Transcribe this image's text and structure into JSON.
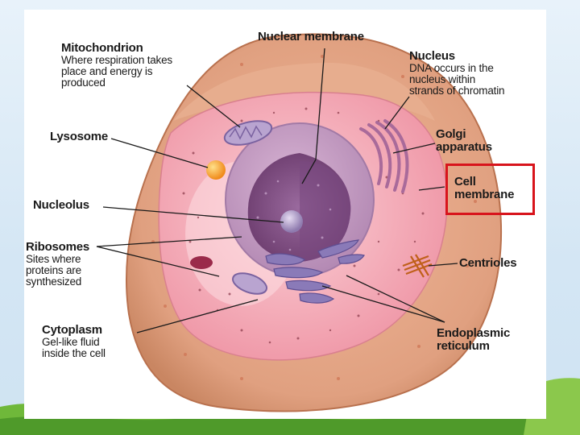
{
  "slide": {
    "labels": {
      "mitochondrion": {
        "title": "Mitochondrion",
        "desc1": "Where respiration takes",
        "desc2": "place and energy is",
        "desc3": "produced"
      },
      "nuclear_membrane": {
        "title": "Nuclear membrane"
      },
      "nucleus": {
        "title": "Nucleus",
        "desc1": "DNA occurs in the",
        "desc2": "nucleus within",
        "desc3": "strands of chromatin"
      },
      "lysosome": {
        "title": "Lysosome"
      },
      "golgi": {
        "title1": "Golgi",
        "title2": "apparatus"
      },
      "cell_membrane": {
        "title1": "Cell",
        "title2": "membrane"
      },
      "nucleolus": {
        "title": "Nucleolus"
      },
      "ribosomes": {
        "title": "Ribosomes",
        "desc1": "Sites where",
        "desc2": "proteins are",
        "desc3": "synthesized"
      },
      "centrioles": {
        "title": "Centrioles"
      },
      "cytoplasm": {
        "title": "Cytoplasm",
        "desc1": "Gel-like fluid",
        "desc2": "inside the cell"
      },
      "er": {
        "title1": "Endoplasmic",
        "title2": "reticulum"
      }
    },
    "highlight_color": "#d8141c"
  }
}
